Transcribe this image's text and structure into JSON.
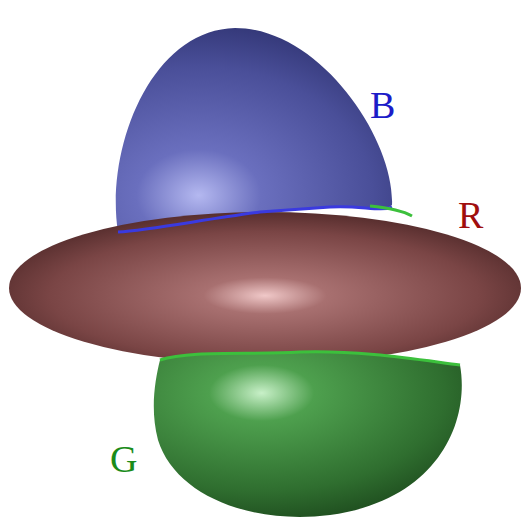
{
  "diagram": {
    "labels": [
      "B",
      "R",
      "G"
    ]
  }
}
